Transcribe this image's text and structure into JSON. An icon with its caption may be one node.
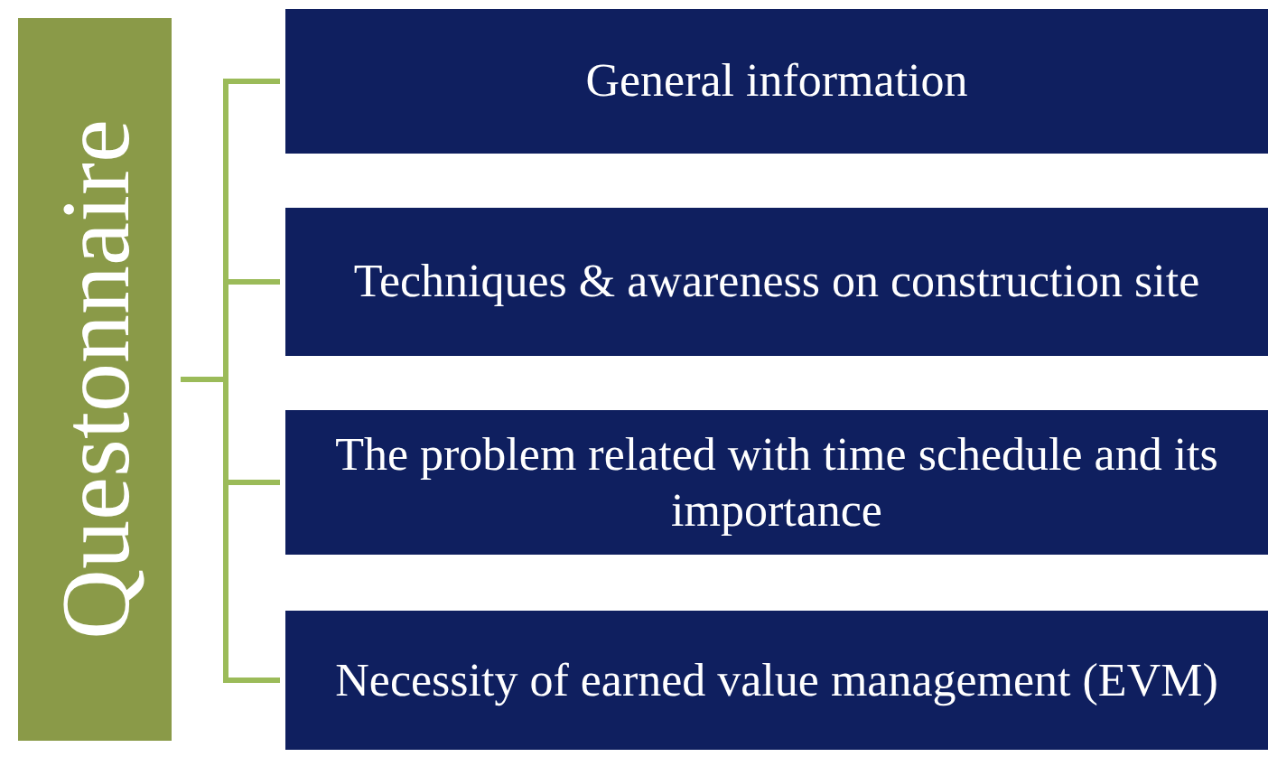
{
  "diagram": {
    "nodes": [
      {
        "text": [
          "Questonnaire"
        ]
      },
      {
        "text": [
          "General information"
        ]
      },
      {
        "text": [
          "Techniques & awareness on construction site"
        ]
      },
      {
        "text": [
          "The problem related with time schedule and its importance"
        ]
      },
      {
        "text": [
          "Necessity of earned value management (EVM)"
        ]
      }
    ],
    "edges": [
      {
        "from": 0,
        "to": 1,
        "arrow": "none"
      },
      {
        "from": 0,
        "to": 2,
        "arrow": "none"
      },
      {
        "from": 0,
        "to": 3,
        "arrow": "none"
      },
      {
        "from": 0,
        "to": 4,
        "arrow": "none"
      }
    ]
  }
}
